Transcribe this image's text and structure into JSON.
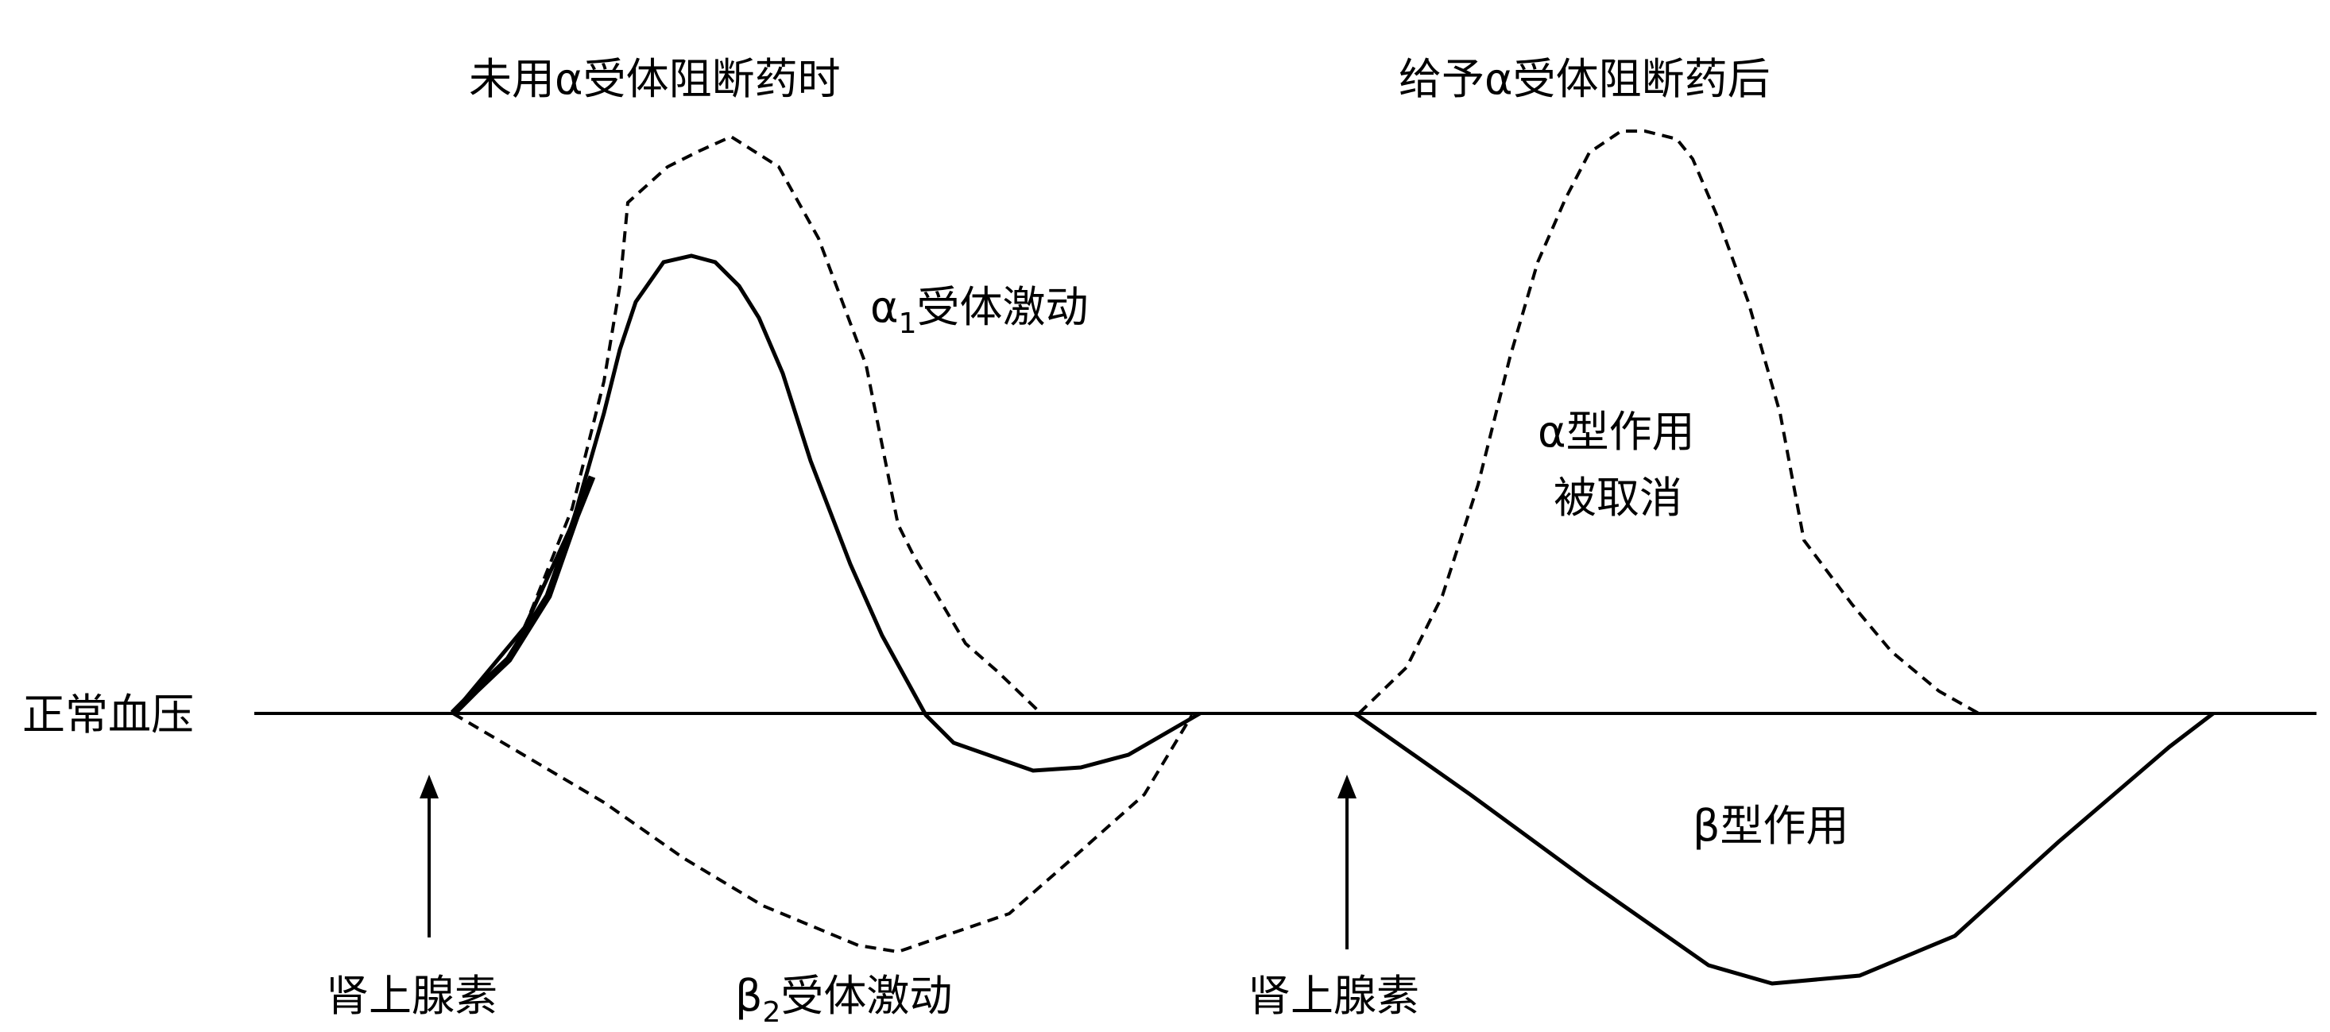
{
  "titles": {
    "left": "未用α受体阻断药时",
    "right": "给予α受体阻断药后"
  },
  "labels": {
    "baseline": "正常血压",
    "adrenaline_left": "肾上腺素",
    "adrenaline_right": "肾上腺素",
    "alpha1_greek": "α",
    "alpha1_sub": "1",
    "alpha1_text": "受体激动",
    "beta2_greek": "β",
    "beta2_sub": "2",
    "beta2_text": "受体激动",
    "alpha_cancel_line1": "α型作用",
    "alpha_cancel_line2": "被取消",
    "beta_effect": "β型作用"
  },
  "colors": {
    "ink": "#000000",
    "background": "#ffffff"
  }
}
